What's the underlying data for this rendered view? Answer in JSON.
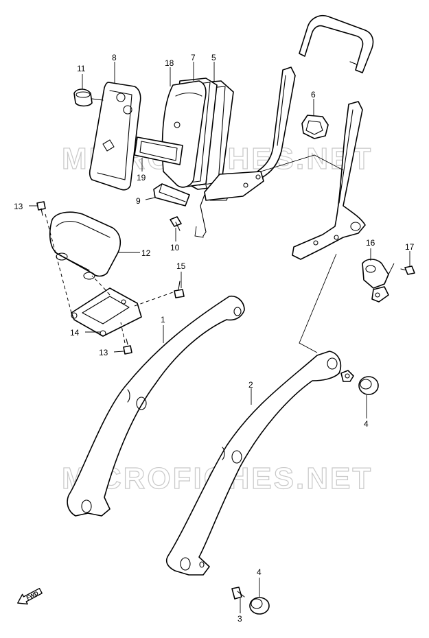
{
  "watermark": "MICROFICHES.NET",
  "fwd_label": "FWD",
  "callouts": {
    "c1": "1",
    "c2": "2",
    "c3": "3",
    "c4a": "4",
    "c4b": "4",
    "c5": "5",
    "c6": "6",
    "c7": "7",
    "c8": "8",
    "c9": "9",
    "c10": "10",
    "c11": "11",
    "c12": "12",
    "c13a": "13",
    "c13b": "13",
    "c14": "14",
    "c15": "15",
    "c16": "16",
    "c17": "17",
    "c18": "18",
    "c19": "19"
  }
}
